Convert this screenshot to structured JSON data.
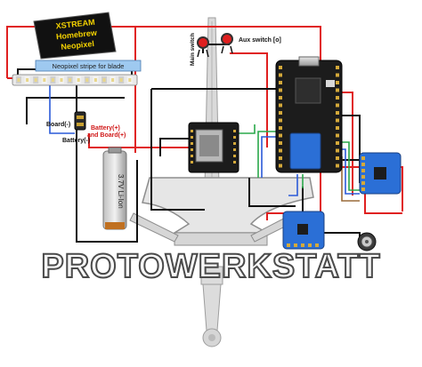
{
  "logo_box": {
    "line1": "XSTREAM",
    "line2": "Homebrew",
    "line3": "Neopixel"
  },
  "neopixel_label": "Neopixel stripe for blade",
  "switches": {
    "main": "Main switch",
    "aux": "Aux switch [o]"
  },
  "connector": {
    "board_neg": "Board(-)",
    "battery_pos_line1": "Battery(+)",
    "battery_pos_line2": "and Board(+)",
    "battery_neg": "Battery(-)"
  },
  "battery": {
    "label": "3.7V Li-Ion"
  },
  "watermark": "PROTOWERKSTATT",
  "colors": {
    "wire_red": "#e02020",
    "wire_black": "#111111",
    "wire_green": "#2aa84a",
    "wire_blue": "#2a5ad8",
    "board_blue": "#2b6fd6",
    "board_dark": "#1c1c1c",
    "neopixel_bg": "#9ec9f0"
  }
}
